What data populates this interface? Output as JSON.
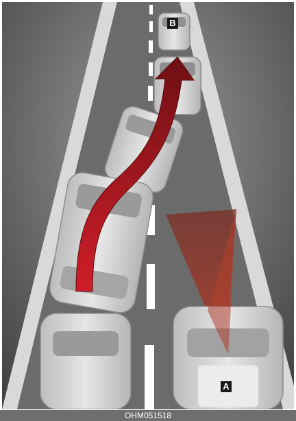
{
  "figure": {
    "label_a": "A",
    "label_b": "B",
    "caption": "OHM051518"
  },
  "colors": {
    "background_dark": "#3a3a3a",
    "background_light": "#9a9a9a",
    "road": "#6b6b6b",
    "lane_marking": "#ffffff",
    "vehicle": "#d4d4d4",
    "arrow": "#b41c24",
    "sensor_cone": "#8a3a2c",
    "caption_bar": "#6e6e6e"
  }
}
